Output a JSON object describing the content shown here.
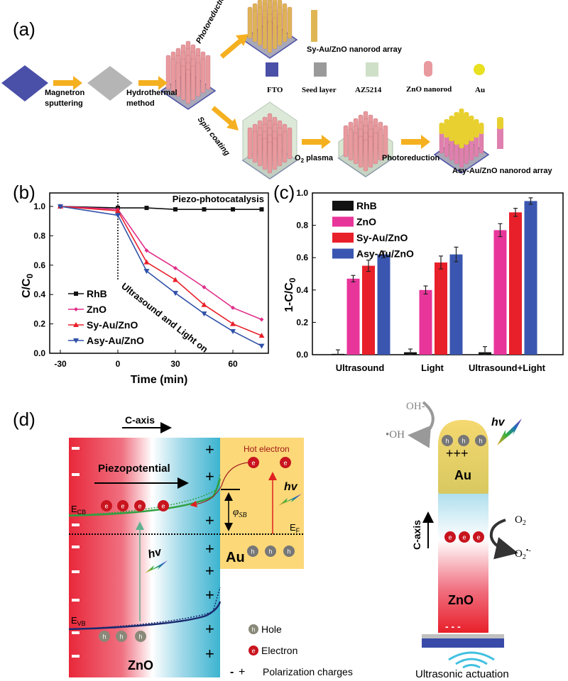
{
  "panel_labels": {
    "a": "(a)",
    "b": "(b)",
    "c": "(c)",
    "d": "(d)"
  },
  "panel_a": {
    "step1": [
      "Magnetron",
      "sputtering"
    ],
    "step2": [
      "Hydrothermal",
      "method"
    ],
    "branch_top": "Photoreduction",
    "branch_bottom": "Spin coating",
    "o2_plasma": {
      "main": "O",
      "sub": "2",
      "rest": " plasma"
    },
    "photoreduction2": "Photoreduction",
    "sy_label": "Sy-Au/ZnO nanorod array",
    "asy_label": "Asy-Au/ZnO nanorod array",
    "legend": [
      {
        "label": "FTO",
        "color": "#4a4fa8"
      },
      {
        "label": "Seed layer",
        "color": "#9a9a9a"
      },
      {
        "label": "AZ5214",
        "color": "#cfe0c8"
      },
      {
        "label": "ZnO nanorod",
        "color": "#e89a9e"
      },
      {
        "label": "Au",
        "color": "#e8e020"
      }
    ]
  },
  "chart_data": [
    {
      "type": "line",
      "title": "",
      "annotation_top": "Piezo-photocatalysis",
      "annotation_diag": "Ultrasound and Light on",
      "xlabel": "Time (min)",
      "ylabel": {
        "main": "C/C",
        "sub": "0"
      },
      "xlim": [
        -35,
        78
      ],
      "ylim": [
        0,
        1.1
      ],
      "xticks": [
        -30,
        0,
        30,
        60
      ],
      "yticks": [
        "0.0",
        "0.2",
        "0.4",
        "0.6",
        "0.8",
        "1.0"
      ],
      "x": [
        -30,
        0,
        15,
        30,
        45,
        60,
        75
      ],
      "legend_position": "bottom-left",
      "series": [
        {
          "name": "RhB",
          "color": "#111111",
          "marker": "square",
          "values": [
            1.0,
            0.99,
            0.99,
            0.98,
            0.98,
            0.98,
            0.98
          ]
        },
        {
          "name": "ZnO",
          "color": "#e0308a",
          "marker": "diamond",
          "values": [
            1.0,
            0.98,
            0.7,
            0.58,
            0.45,
            0.31,
            0.23
          ]
        },
        {
          "name": "Sy-Au/ZnO",
          "color": "#e8202a",
          "marker": "triangle-up",
          "values": [
            1.0,
            0.97,
            0.62,
            0.5,
            0.33,
            0.2,
            0.12
          ]
        },
        {
          "name": "Asy-Au/ZnO",
          "color": "#3050a8",
          "marker": "triangle-down",
          "values": [
            1.0,
            0.94,
            0.56,
            0.41,
            0.27,
            0.15,
            0.05
          ]
        }
      ]
    },
    {
      "type": "bar",
      "title": "",
      "xlabel": "",
      "ylabel": {
        "main": "1-C/C",
        "sub": "0"
      },
      "ylim": [
        0,
        1.0
      ],
      "yticks": [
        "0.0",
        "0.2",
        "0.4",
        "0.6",
        "0.8",
        "1.0"
      ],
      "categories": [
        "Ultrasound",
        "Light",
        "Ultrasound+Light"
      ],
      "legend_position": "top-left",
      "series": [
        {
          "name": "RhB",
          "color": "#111111",
          "values": [
            0.005,
            0.015,
            0.015
          ],
          "errors": [
            0.025,
            0.02,
            0.035
          ]
        },
        {
          "name": "ZnO",
          "color": "#e8359a",
          "values": [
            0.47,
            0.4,
            0.77
          ],
          "errors": [
            0.02,
            0.025,
            0.04
          ]
        },
        {
          "name": "Sy-Au/ZnO",
          "color": "#e8202a",
          "values": [
            0.55,
            0.57,
            0.88
          ],
          "errors": [
            0.035,
            0.04,
            0.025
          ]
        },
        {
          "name": "Asy-Au/ZnO",
          "color": "#3a56b0",
          "values": [
            0.62,
            0.62,
            0.95
          ],
          "errors": [
            0.02,
            0.045,
            0.02
          ]
        }
      ]
    }
  ],
  "panel_d": {
    "c_axis": "C-axis",
    "piezopotential": "Piezopotential",
    "hot_electron": "Hot electron",
    "e_minus": "e",
    "h_plus": "h",
    "hv": "hv",
    "phi": {
      "main": "φ",
      "sub": "SB"
    },
    "ecb": {
      "main": "E",
      "sub": "CB"
    },
    "evb": {
      "main": "E",
      "sub": "VB"
    },
    "ef": {
      "main": "E",
      "sub": "F"
    },
    "au": "Au",
    "zno": "ZnO",
    "minus": "-",
    "plus": "+",
    "legend": {
      "hole": "Hole",
      "electron": "Electron",
      "polarization": "Polarization charges"
    },
    "rod": {
      "oh_minus": "OH-",
      "oh_radical": "•OH",
      "o2": {
        "main": "O",
        "sub": "2"
      },
      "o2_radical": {
        "main": "O",
        "sub": "2",
        "sup": "•-"
      },
      "plus_row": "+++",
      "minus_row": "- - -",
      "au": "Au",
      "zno": "ZnO",
      "c_axis": "C-axis",
      "ultrasonic": "Ultrasonic actuation"
    }
  }
}
